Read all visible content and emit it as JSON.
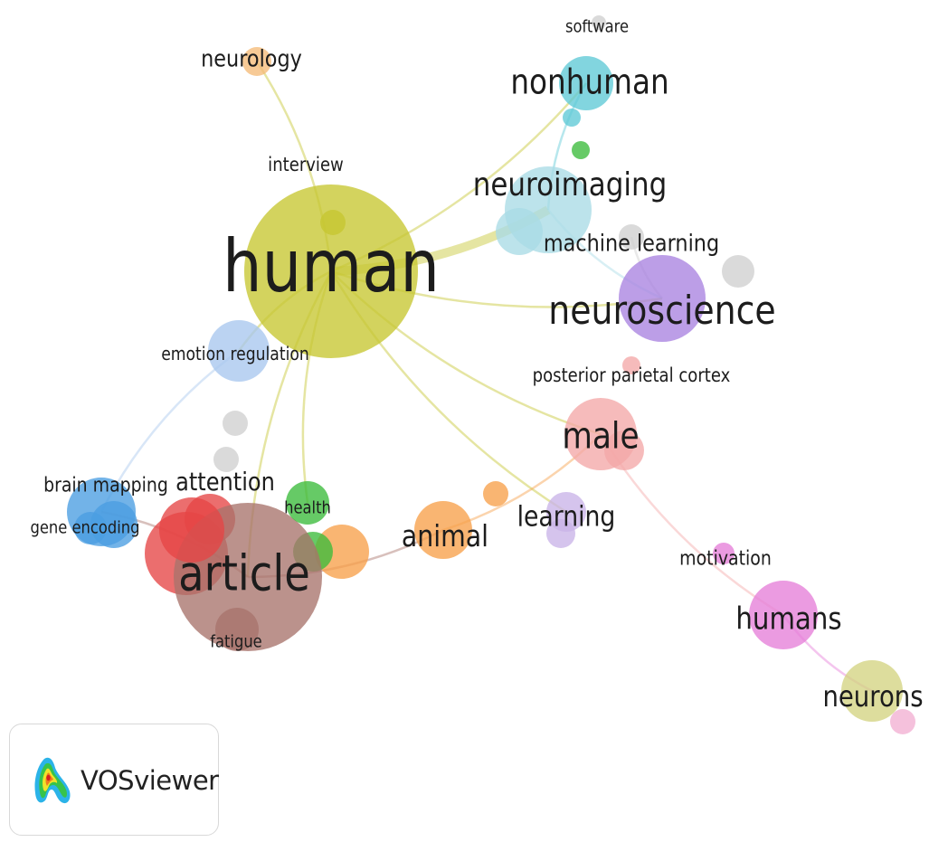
{
  "app": {
    "name": "VOSviewer"
  },
  "colors": {
    "yellow_green": "#c6c631",
    "cyan": "#5fc9d6",
    "light_blue": "#a9dbe6",
    "purple": "#a983e0",
    "salmon": "#f4a8a8",
    "orange": "#f7a04a",
    "red": "#e64545",
    "brown": "#a8736b",
    "green": "#3bbb3b",
    "blue": "#4a9ee2",
    "pale_blue": "#a8c7ee",
    "magenta": "#e67fd9",
    "olive": "#d4d482",
    "gray": "#cfcfcf",
    "lavender": "#c9b4e8",
    "pink": "#f2b0d2",
    "peach": "#f5bb79"
  },
  "nodes": [
    {
      "id": "human",
      "label": "human",
      "color": "yellow_green"
    },
    {
      "id": "interview",
      "label": "interview",
      "color": "yellow_green"
    },
    {
      "id": "neurology",
      "label": "neurology",
      "color": "peach"
    },
    {
      "id": "software",
      "label": "software",
      "color": "gray"
    },
    {
      "id": "nonhuman",
      "label": "nonhuman",
      "color": "cyan"
    },
    {
      "id": "neuroimaging",
      "label": "neuroimaging",
      "color": "light_blue"
    },
    {
      "id": "machine_learning",
      "label": "machine learning",
      "color": "gray"
    },
    {
      "id": "neuroscience",
      "label": "neuroscience",
      "color": "purple"
    },
    {
      "id": "posterior_parietal_cortex",
      "label": "posterior parietal cortex",
      "color": "salmon"
    },
    {
      "id": "male",
      "label": "male",
      "color": "salmon"
    },
    {
      "id": "emotion_regulation",
      "label": "emotion regulation",
      "color": "pale_blue"
    },
    {
      "id": "brain_mapping",
      "label": "brain mapping",
      "color": "blue"
    },
    {
      "id": "gene_encoding",
      "label": "gene encoding",
      "color": "blue"
    },
    {
      "id": "attention",
      "label": "attention",
      "color": "red"
    },
    {
      "id": "health",
      "label": "health",
      "color": "green"
    },
    {
      "id": "article",
      "label": "article",
      "color": "brown"
    },
    {
      "id": "fatigue",
      "label": "fatigue",
      "color": "brown"
    },
    {
      "id": "animal",
      "label": "animal",
      "color": "orange"
    },
    {
      "id": "learning",
      "label": "learning",
      "color": "lavender"
    },
    {
      "id": "motivation",
      "label": "motivation",
      "color": "magenta"
    },
    {
      "id": "humans",
      "label": "humans",
      "color": "magenta"
    },
    {
      "id": "neurons",
      "label": "neurons",
      "color": "olive"
    }
  ],
  "links": [
    [
      "human",
      "neurology"
    ],
    [
      "human",
      "neuroimaging"
    ],
    [
      "human",
      "nonhuman"
    ],
    [
      "human",
      "neuroscience"
    ],
    [
      "human",
      "male"
    ],
    [
      "human",
      "learning"
    ],
    [
      "human",
      "emotion_regulation"
    ],
    [
      "human",
      "health"
    ],
    [
      "human",
      "article"
    ],
    [
      "article",
      "animal"
    ],
    [
      "animal",
      "male"
    ],
    [
      "male",
      "humans"
    ],
    [
      "humans",
      "neurons"
    ],
    [
      "emotion_regulation",
      "brain_mapping"
    ],
    [
      "article",
      "brain_mapping"
    ],
    [
      "neuroimaging",
      "neuroscience"
    ],
    [
      "nonhuman",
      "neuroimaging"
    ],
    [
      "machine_learning",
      "neuroscience"
    ]
  ]
}
